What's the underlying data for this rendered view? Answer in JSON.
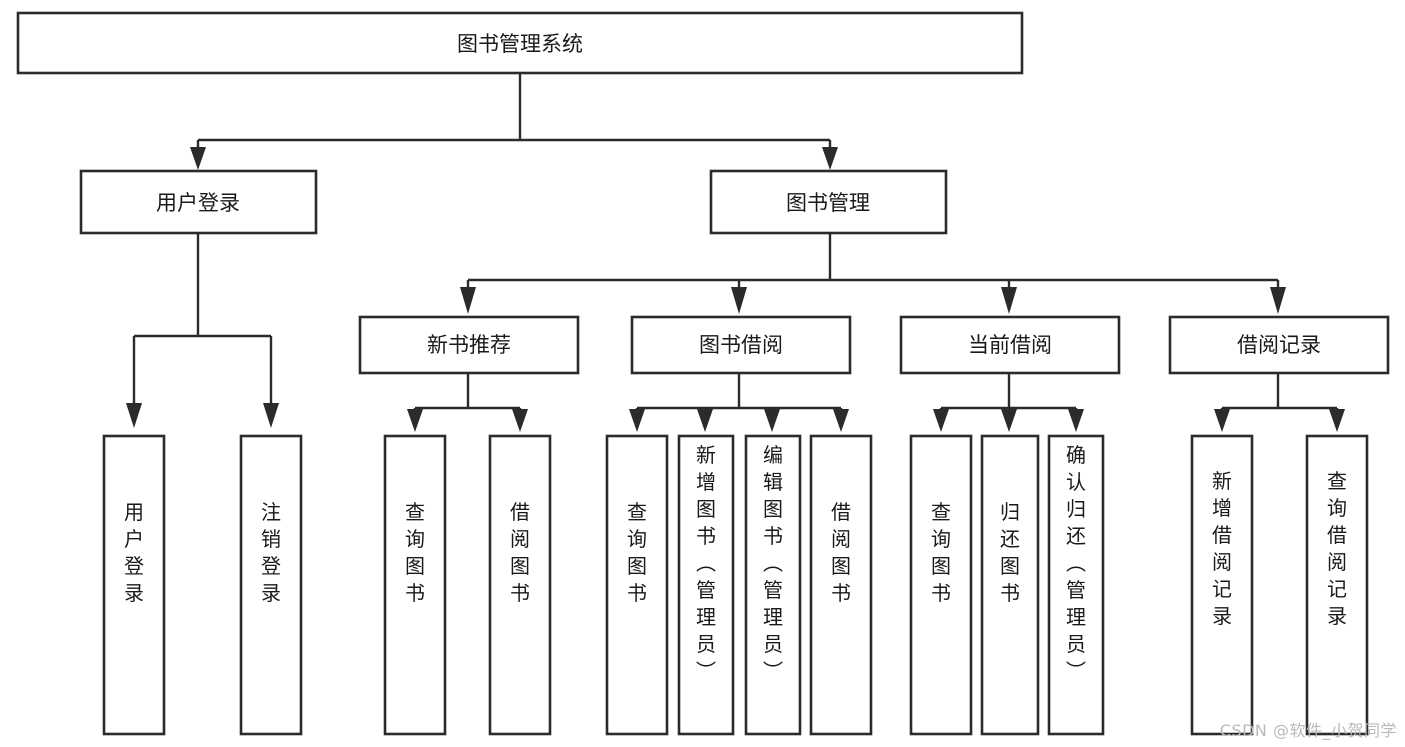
{
  "diagram": {
    "type": "hierarchy-tree",
    "title": "图书管理系统",
    "watermark": "CSDN @软件_小贺同学",
    "colors": {
      "stroke": "#2b2b2b",
      "box_fill": "#ffffff",
      "text": "#1a1a1a",
      "background": "#ffffff",
      "watermark": "#b9b9b9"
    },
    "root": {
      "label": "图书管理系统",
      "orientation": "horizontal"
    },
    "level2": [
      {
        "label": "用户登录",
        "orientation": "horizontal"
      },
      {
        "label": "图书管理",
        "orientation": "horizontal"
      }
    ],
    "level3": [
      {
        "label": "新书推荐",
        "orientation": "horizontal"
      },
      {
        "label": "图书借阅",
        "orientation": "horizontal"
      },
      {
        "label": "当前借阅",
        "orientation": "horizontal"
      },
      {
        "label": "借阅记录",
        "orientation": "horizontal"
      }
    ],
    "leaves": {
      "user_login": [
        {
          "label": "用户登录",
          "orientation": "vertical"
        },
        {
          "label": "注销登录",
          "orientation": "vertical"
        }
      ],
      "new_book_recommend": [
        {
          "label": "查询图书",
          "orientation": "vertical"
        },
        {
          "label": "借阅图书",
          "orientation": "vertical"
        }
      ],
      "book_borrow": [
        {
          "label": "查询图书",
          "orientation": "vertical"
        },
        {
          "label": "新增图书（管理员）",
          "orientation": "vertical"
        },
        {
          "label": "编辑图书（管理员）",
          "orientation": "vertical"
        },
        {
          "label": "借阅图书",
          "orientation": "vertical"
        }
      ],
      "current_borrow": [
        {
          "label": "查询图书",
          "orientation": "vertical"
        },
        {
          "label": "归还图书",
          "orientation": "vertical"
        },
        {
          "label": "确认归还（管理员）",
          "orientation": "vertical"
        }
      ],
      "borrow_record": [
        {
          "label": "新增借阅记录",
          "orientation": "vertical"
        },
        {
          "label": "查询借阅记录",
          "orientation": "vertical"
        }
      ]
    }
  }
}
